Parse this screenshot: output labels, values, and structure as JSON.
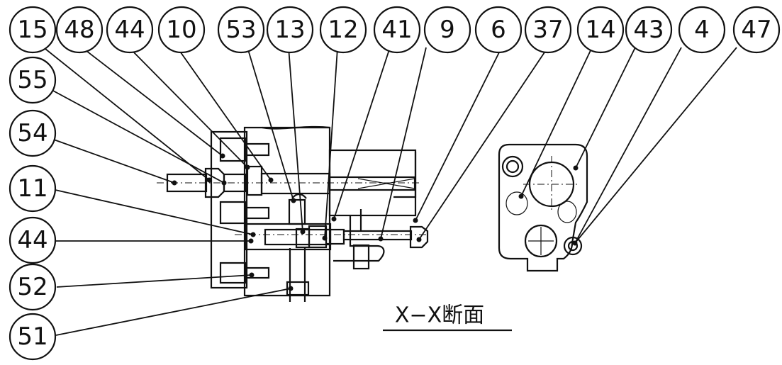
{
  "drawing": {
    "section_title": "X−X断面"
  },
  "balloons": [
    {
      "label": "15"
    },
    {
      "label": "48"
    },
    {
      "label": "44"
    },
    {
      "label": "10"
    },
    {
      "label": "53"
    },
    {
      "label": "13"
    },
    {
      "label": "12"
    },
    {
      "label": "41"
    },
    {
      "label": "9"
    },
    {
      "label": "6"
    },
    {
      "label": "37"
    },
    {
      "label": "14"
    },
    {
      "label": "43"
    },
    {
      "label": "4"
    },
    {
      "label": "47"
    },
    {
      "label": "55"
    },
    {
      "label": "54"
    },
    {
      "label": "11"
    },
    {
      "label": "44"
    },
    {
      "label": "52"
    },
    {
      "label": "51"
    }
  ]
}
